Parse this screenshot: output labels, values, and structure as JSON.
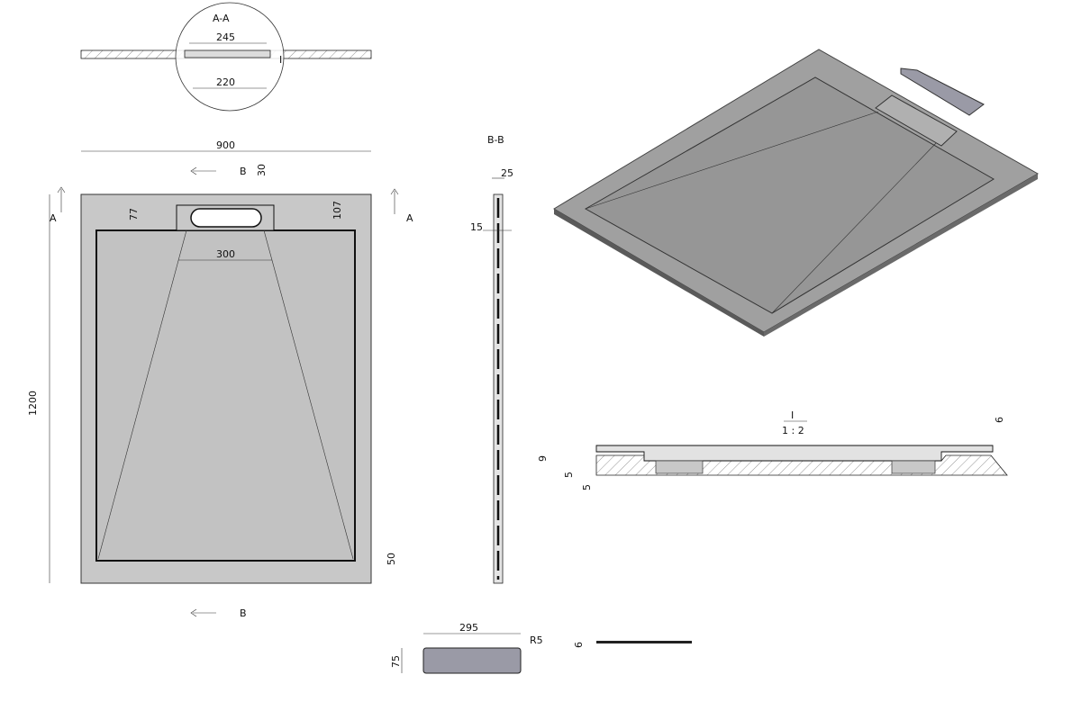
{
  "section_aa": {
    "label": "A-A",
    "dim_top": "245",
    "dim_bottom": "220",
    "detail_ref": "I"
  },
  "plan": {
    "width": "900",
    "height": "1200",
    "drain_offset": "30",
    "drain_depth_left": "77",
    "drain_depth_right": "107",
    "channel_width": "300",
    "border": "50",
    "cut_a_left": "A",
    "cut_a_right": "A",
    "cut_b_top": "B",
    "cut_b_bottom": "B"
  },
  "section_bb": {
    "label": "B-B",
    "thickness": "25",
    "inner": "15"
  },
  "detail": {
    "label": "I",
    "scale": "1 : 2",
    "dim_9": "9",
    "dim_5a": "5",
    "dim_5b": "5",
    "dim_6": "6"
  },
  "cover": {
    "width": "295",
    "height": "75",
    "radius": "R5",
    "thickness": "6"
  },
  "colors": {
    "tray": "#c8c8c8",
    "tray_dark": "#a8a8a8",
    "edge": "#444444",
    "cover": "#9a9aa6",
    "hatch": "#666666"
  }
}
